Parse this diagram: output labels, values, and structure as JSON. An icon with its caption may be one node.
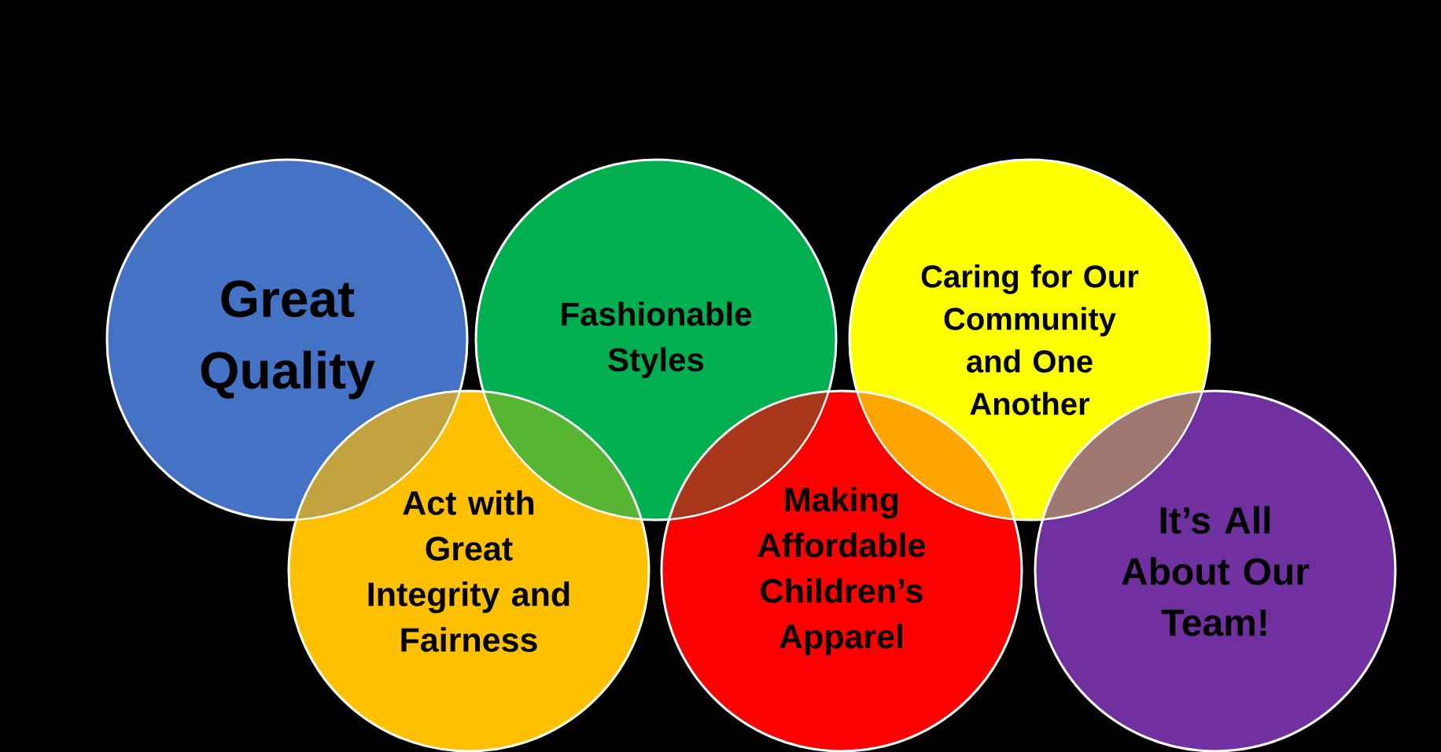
{
  "diagram": {
    "nodes": [
      {
        "text": [
          "Great Quality"
        ]
      },
      {
        "text": [
          "Fashionable Styles"
        ]
      },
      {
        "text": [
          "Caring for Our Community and One Another"
        ]
      },
      {
        "text": [
          "Act with Great Integrity and Fairness"
        ]
      },
      {
        "text": [
          "Making Affordable Children’s Apparel"
        ]
      },
      {
        "text": [
          "It’s All About Our Team!"
        ]
      }
    ]
  }
}
